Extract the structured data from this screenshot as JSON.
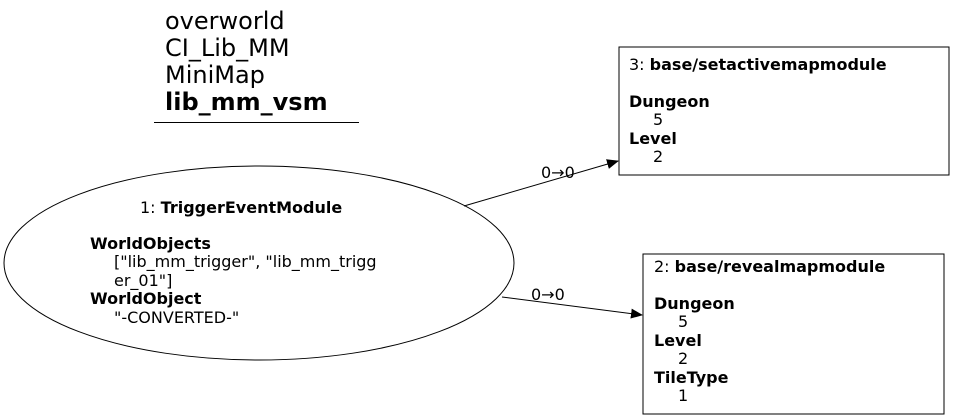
{
  "title": {
    "line1": "overworld",
    "line2": "CI_Lib_MM",
    "line3": "MiniMap",
    "line4": "lib_mm_vsm"
  },
  "nodes": {
    "n1": {
      "id": "1:",
      "name": "TriggerEventModule",
      "p1_key": "WorldObjects",
      "p1_val_a": "[\"lib_mm_trigger\", \"lib_mm_trigg",
      "p1_val_b": "er_01\"]",
      "p2_key": "WorldObject",
      "p2_val": "\"-CONVERTED-\""
    },
    "n3": {
      "id": "3:",
      "name": "base/setactivemapmodule",
      "p1_key": "Dungeon",
      "p1_val": "5",
      "p2_key": "Level",
      "p2_val": "2"
    },
    "n2": {
      "id": "2:",
      "name": "base/revealmapmodule",
      "p1_key": "Dungeon",
      "p1_val": "5",
      "p2_key": "Level",
      "p2_val": "2",
      "p3_key": "TileType",
      "p3_val": "1"
    }
  },
  "edges": {
    "e1_3": {
      "label": "0→0"
    },
    "e1_2": {
      "label": "0→0"
    }
  }
}
